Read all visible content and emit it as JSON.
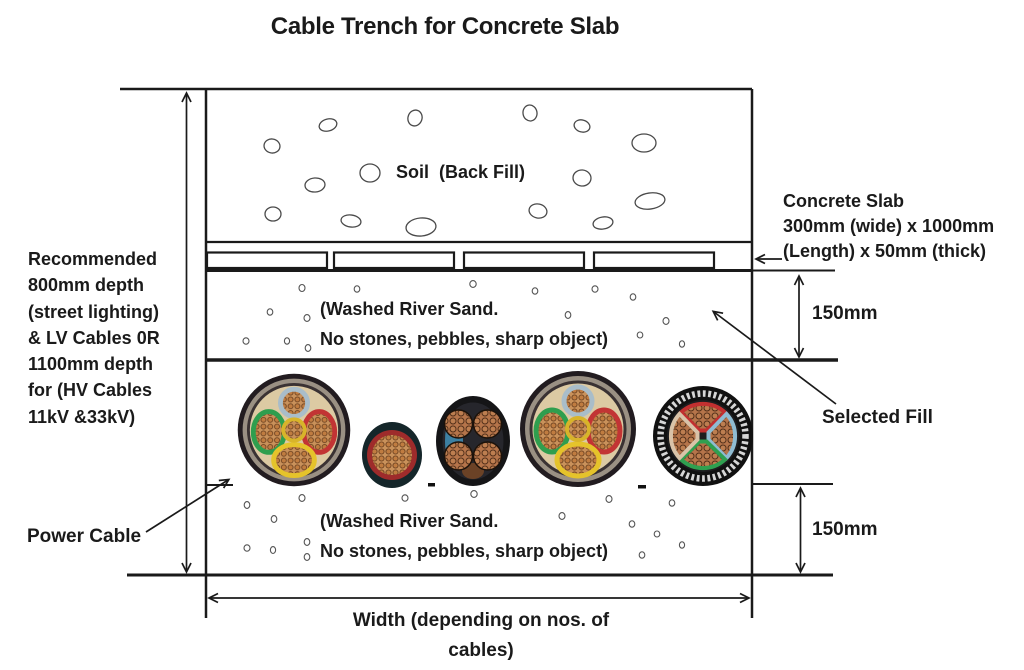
{
  "page": {
    "title": "Cable Trench for Concrete Slab"
  },
  "trench": {
    "soil_label": "Soil  (Back Fill)",
    "upper_sand_note": {
      "line1": "(Washed River Sand.",
      "line2": "No stones, pebbles, sharp object)"
    },
    "lower_sand_note": {
      "line1": "(Washed River Sand.",
      "line2": "No stones, pebbles, sharp object)"
    },
    "cable_images": [
      "four-core-armoured-power-cable",
      "single-core-cable",
      "four-core-round-conductor-cable",
      "four-core-armoured-power-cable",
      "four-core-sector-armoured-cable"
    ]
  },
  "annotations": {
    "depth_note_lines": [
      "Recommended",
      "800mm depth",
      "(street lighting)",
      "& LV Cables 0R",
      "1100mm depth",
      "for (HV Cables",
      "11kV &33kV)"
    ],
    "concrete_slab_note_lines": [
      "Concrete Slab",
      "300mm (wide) x 1000mm",
      "(Length) x 50mm (thick)"
    ],
    "selected_fill_label": "Selected Fill",
    "power_cable_label": "Power Cable",
    "upper_sand_thickness": "150mm",
    "lower_sand_thickness": "150mm",
    "width_note_lines": [
      "Width (depending on nos. of",
      "cables)"
    ]
  },
  "icons": {
    "depth_dimension": "vertical-double-arrow",
    "width_dimension": "horizontal-double-arrow",
    "sand_thickness_dimension": "vertical-double-arrow",
    "leader_arrows": "arrow"
  },
  "colors": {
    "line": "#1a1a1a",
    "text": "#1a1a1a",
    "background": "#ffffff",
    "core_green": "#2f9e4e",
    "core_red": "#c23434",
    "core_yellow": "#e5c32b",
    "core_blue_grey": "#a9bdc9",
    "sector_blue": "#8fbcd2",
    "sector_cream": "#d9c3a8",
    "copper": "#c9915a",
    "armour_grey": "#9a9083"
  }
}
